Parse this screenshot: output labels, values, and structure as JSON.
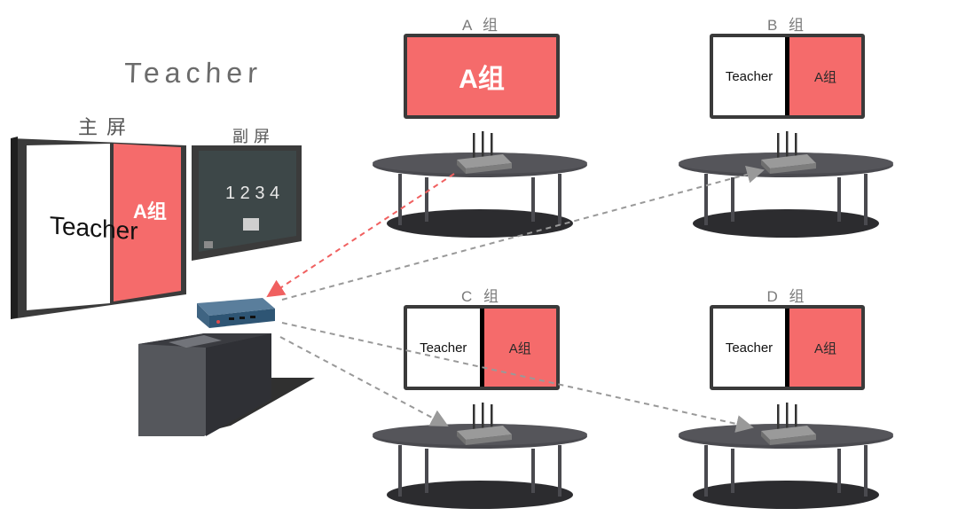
{
  "teacher_area": {
    "title": "Teacher",
    "main_screen_label": "主屏",
    "sub_screen_label": "副屏",
    "main_screen": {
      "left_text": "Teacher",
      "right_text": "A组"
    },
    "sub_screen": {
      "board_text": "1 2 3 4"
    }
  },
  "groups": [
    {
      "label": "A 组",
      "mode": "full",
      "right_text": "A组"
    },
    {
      "label": "B 组",
      "mode": "split",
      "left_text": "Teacher",
      "right_text": "A组"
    },
    {
      "label": "C 组",
      "mode": "split",
      "left_text": "Teacher",
      "right_text": "A组"
    },
    {
      "label": "D 组",
      "mode": "split",
      "left_text": "Teacher",
      "right_text": "A组"
    }
  ],
  "colors": {
    "accent_red": "#f56b6b",
    "arrow_gray": "#999999",
    "arrow_red": "#f06060",
    "table": "#4a4a4f"
  }
}
